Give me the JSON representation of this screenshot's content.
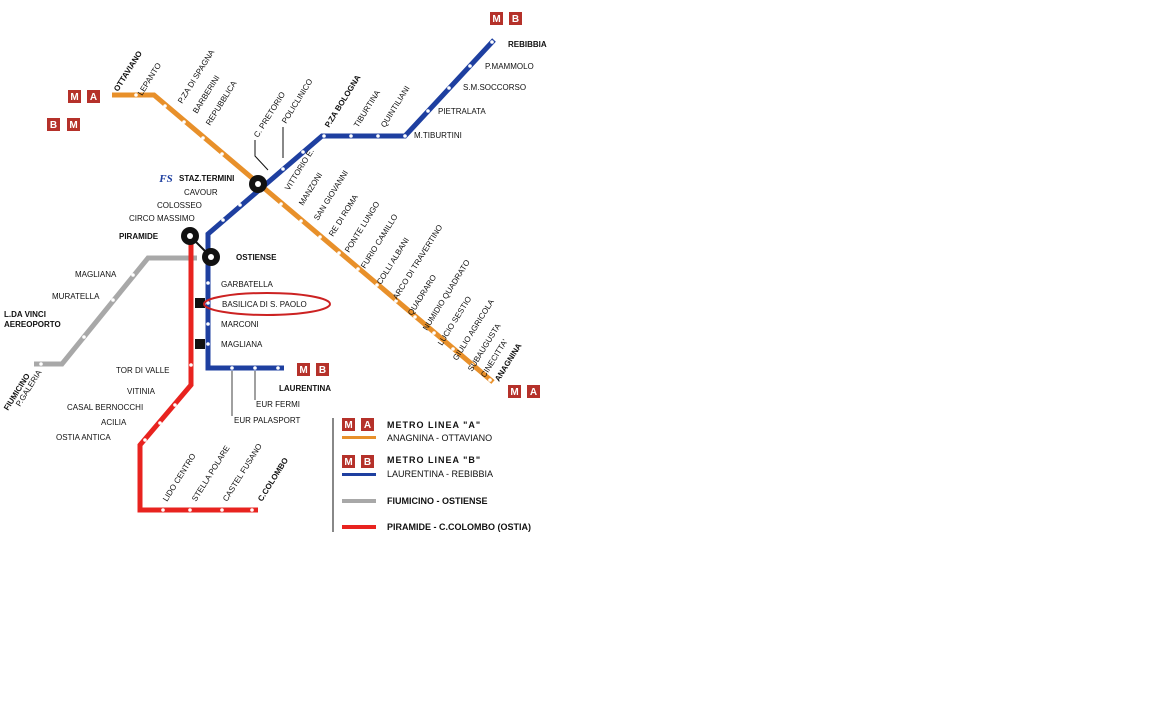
{
  "colors": {
    "line_a": "#e8902a",
    "line_b": "#1e3fa0",
    "line_fiumicino": "#a8a8a8",
    "line_ostia": "#e8231f",
    "badge": "#b5312a",
    "highlight": "#cc2222"
  },
  "badges": {
    "M": "M",
    "A": "A",
    "B": "B"
  },
  "fs_logo": "FS",
  "stations": {
    "ottaviano": "OTTAVIANO",
    "lepanto": "LEPANTO",
    "spagna": "P.ZA DI SPAGNA",
    "barberini": "BARBERINI",
    "repubblica": "REPUBBLICA",
    "termini": "STAZ.TERMINI",
    "vittorio": "VITTORIO E.",
    "manzoni": "MANZONI",
    "sangiovanni": "SAN GIOVANNI",
    "rediroma": "RE DI ROMA",
    "pontelungo": "PONTE LUNGO",
    "furio": "FURIO CAMILLO",
    "colli": "COLLI ALBANI",
    "arco": "ARCO DI TRAVERTINO",
    "quadraro": "QUADRARO",
    "numidio": "NUMIDIO QUADRATO",
    "lucio": "LUCIO SESTIO",
    "giulio": "GIULIO AGRICOLA",
    "subaugusta": "SUBAUGUSTA",
    "cinecitta": "CINECITTA'",
    "anagnina": "ANAGNINA",
    "rebibbia": "REBIBBIA",
    "mammolo": "P.MAMMOLO",
    "soccorso": "S.M.SOCCORSO",
    "pietralata": "PIETRALATA",
    "mtiburtini": "M.TIBURTINI",
    "quintiliani": "QUINTILIANI",
    "tiburtina": "TIBURTINA",
    "bologna": "P.ZA BOLOGNA",
    "policlinico": "POLICLINICO",
    "pretorio": "C. PRETORIO",
    "cavour": "CAVOUR",
    "colosseo": "COLOSSEO",
    "circo": "CIRCO MASSIMO",
    "piramide": "PIRAMIDE",
    "ostiense": "OSTIENSE",
    "garbatella": "GARBATELLA",
    "basilica": "BASILICA DI S. PAOLO",
    "marconi": "MARCONI",
    "magliana_b": "MAGLIANA",
    "eurpalasport": "EUR PALASPORT",
    "eurfermi": "EUR FERMI",
    "laurentina": "LAURENTINA",
    "magliana_fl": "MAGLIANA",
    "muratella": "MURATELLA",
    "davinci1": "L.DA VINCI",
    "davinci2": "AEREOPORTO",
    "fiumicino": "FIUMICINO",
    "pgaleria": "P.GALERIA",
    "tordivalle": "TOR DI VALLE",
    "vitinia": "VITINIA",
    "casal": "CASAL BERNOCCHI",
    "acilia": "ACILIA",
    "ostiaantica": "OSTIA ANTICA",
    "lidocentro": "LIDO CENTRO",
    "stellapolare": "STELLA POLARE",
    "castelfusano": "CASTEL FUSANO",
    "ccolombo": "C.COLOMBO"
  },
  "legend": [
    {
      "title": "METRO LINEA \"A\"",
      "route": "ANAGNINA - OTTAVIANO",
      "badge": "A",
      "color": "#e8902a"
    },
    {
      "title": "METRO LINEA \"B\"",
      "route": "LAURENTINA - REBIBBIA",
      "badge": "B",
      "color": "#1e3fa0"
    },
    {
      "title": "",
      "route": "FIUMICINO - OSTIENSE",
      "badge": "",
      "color": "#a8a8a8"
    },
    {
      "title": "",
      "route": "PIRAMIDE - C.COLOMBO (OSTIA)",
      "badge": "",
      "color": "#e8231f"
    }
  ]
}
